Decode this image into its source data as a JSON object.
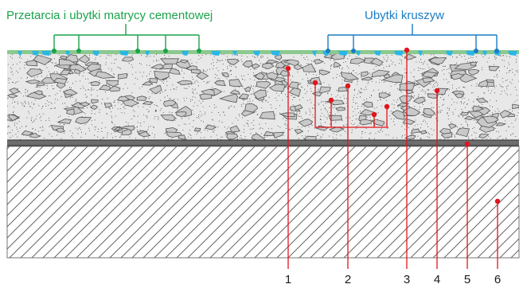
{
  "labels": {
    "cement_matrix_wear": "Przetarcia i ubytki matrycy cementowej",
    "aggregate_loss": "Ubytki kruszyw"
  },
  "callouts": [
    "1",
    "2",
    "3",
    "4",
    "5",
    "6"
  ],
  "colors": {
    "green": "#1aa34a",
    "blue": "#1a7cc4",
    "cyan": "#29b6e8",
    "red": "#e2141c",
    "surface": "#8cc98f",
    "concrete": "#e8e8e8",
    "stone_fill": "#c9c9c9",
    "stone_stroke": "#555555",
    "hatch": "#666666"
  }
}
